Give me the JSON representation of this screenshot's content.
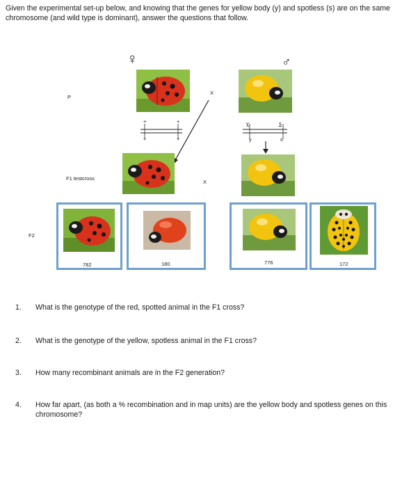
{
  "intro": "Given the experimental set-up below, and knowing that the genes for yellow body (y) and spotless (s) are on the same chromosome (and wild type is dominant), answer the questions that follow.",
  "diagram": {
    "female_symbol": "♀",
    "male_symbol": "♂",
    "p_label": "P",
    "cross_symbol_1": "X",
    "cross_symbol_2": "X",
    "f1_label": "F1 testcross",
    "f2_label": "F2",
    "female_chromosome": {
      "top_left": "+",
      "top_right": "+",
      "bottom_left": "+",
      "bottom_right": "+"
    },
    "male_chromosome": {
      "top_left": "y",
      "top_right": "s",
      "bottom_left": "y",
      "bottom_right": "s"
    },
    "f2_counts": [
      "782",
      "180",
      "776",
      "172"
    ],
    "icons": [
      "red-spotted-ladybug",
      "red-spotless-ladybug",
      "yellow-spotless-ladybug",
      "yellow-spotted-ladybug"
    ]
  },
  "questions": [
    {
      "number": "1.",
      "text": "What is the genotype of the red, spotted animal in the F1 cross?"
    },
    {
      "number": "2.",
      "text": "What is the genotype of the yellow, spotless animal in the F1 cross?"
    },
    {
      "number": "3.",
      "text": "How many recombinant animals are in the F2 generation?"
    },
    {
      "number": "4.",
      "text": "How far apart, (as both a % recombination and in map units) are the yellow body and spotless genes on this chromosome?"
    }
  ],
  "colors": {
    "box_border": "#6f9fcf",
    "red_body": "#d8321d",
    "yellow_body": "#f2c40f",
    "leaf": "#7fb33a"
  }
}
